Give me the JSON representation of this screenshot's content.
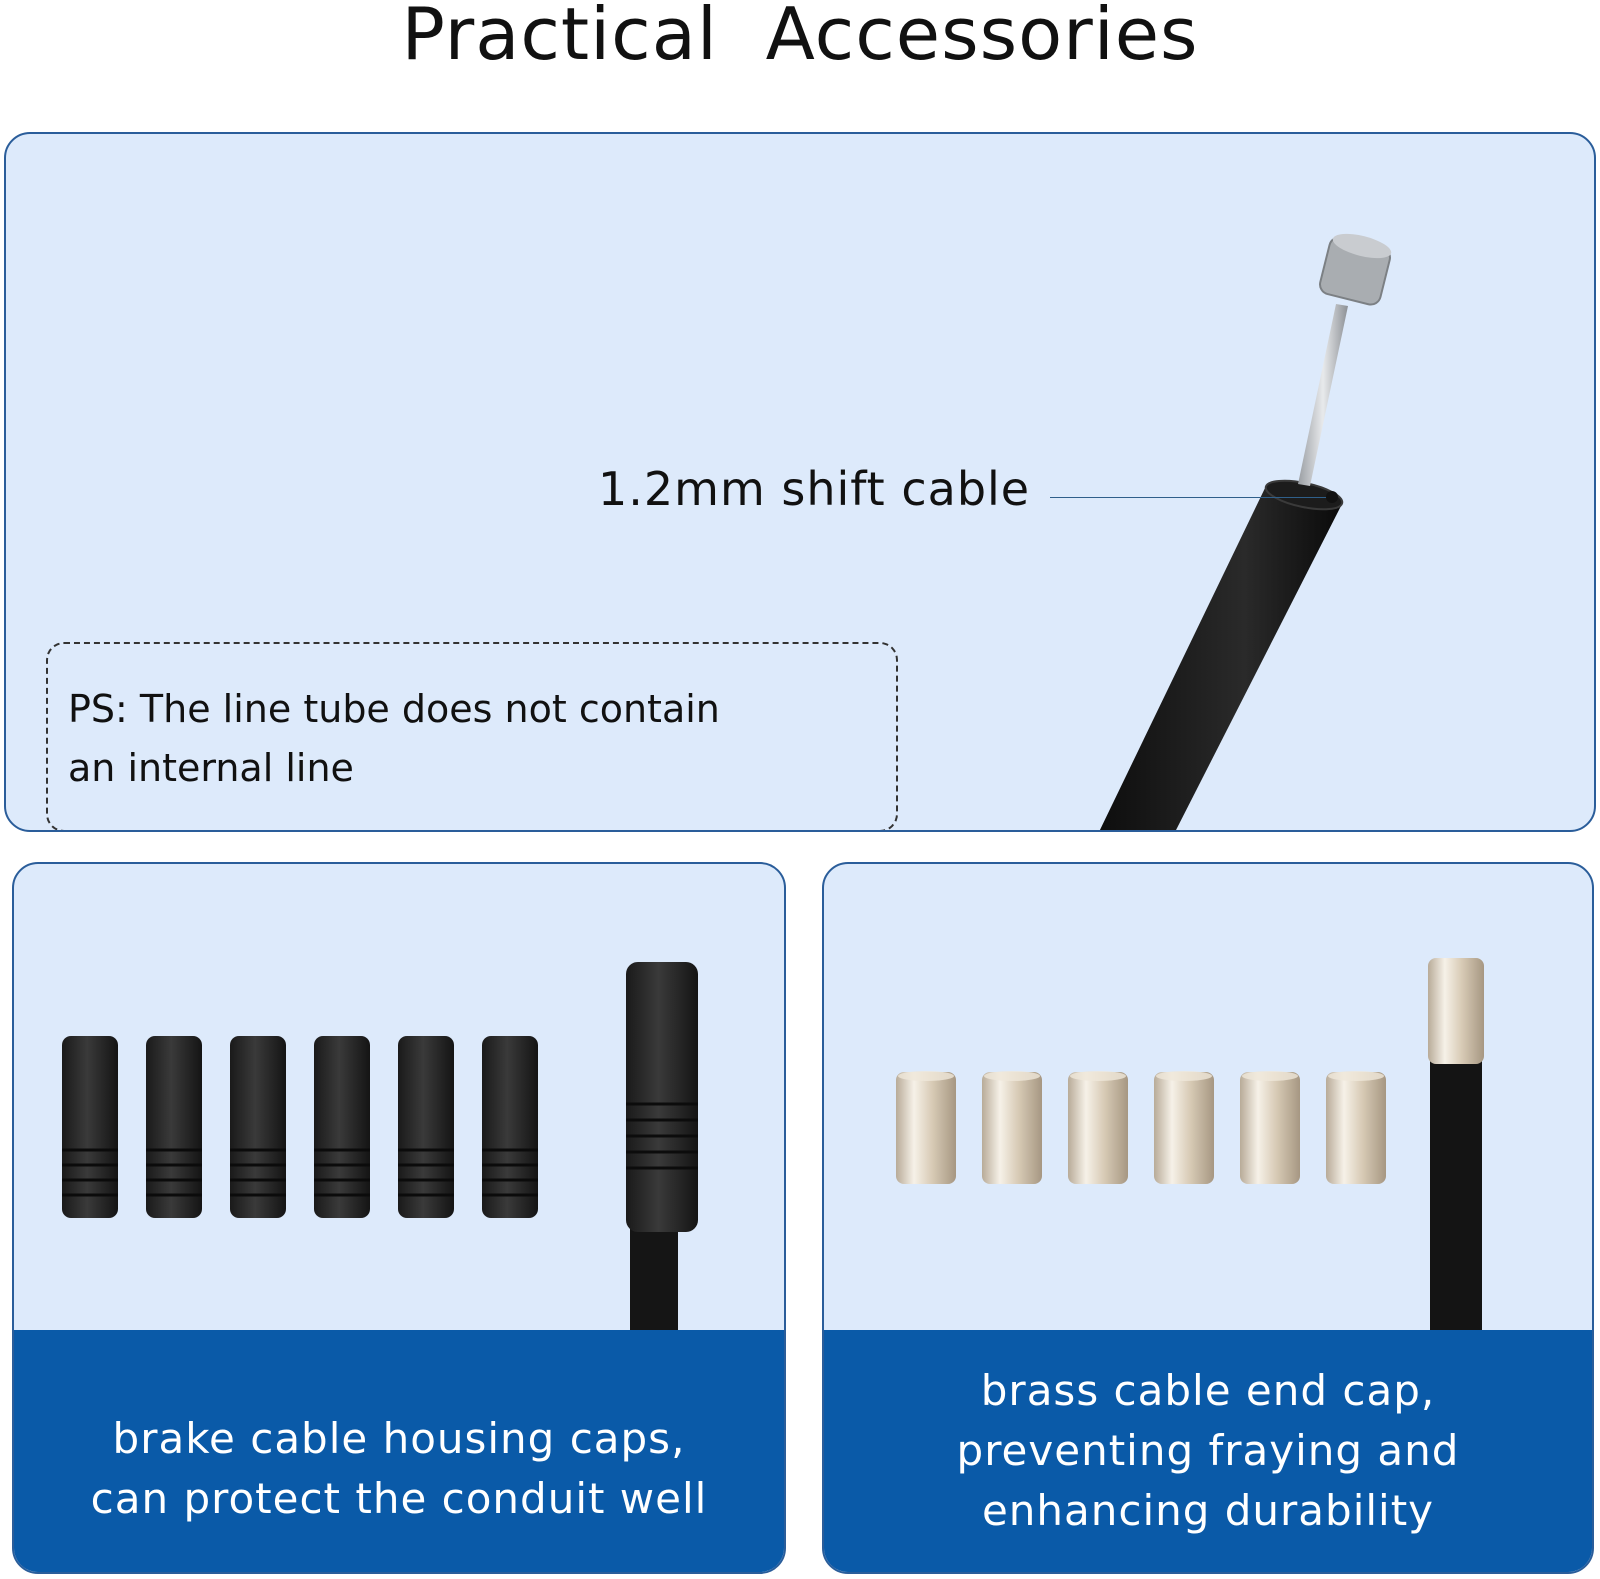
{
  "heading": "Practical  Accessories",
  "top_panel": {
    "cable_label": "1.2mm shift cable",
    "note_line1": "PS: The line tube does not contain",
    "note_line2": "an internal line"
  },
  "left_panel": {
    "caption_line1": "brake cable housing caps,",
    "caption_line2": "can protect the conduit well",
    "cap_count": 6
  },
  "right_panel": {
    "caption_line1": "brass cable end cap,",
    "caption_line2": "preventing fraying and",
    "caption_line3": "enhancing durability",
    "cap_count": 6
  },
  "colors": {
    "panel_bg": "#ddeafb",
    "panel_border": "#2a5d9a",
    "caption_band": "#0a5aa8"
  }
}
